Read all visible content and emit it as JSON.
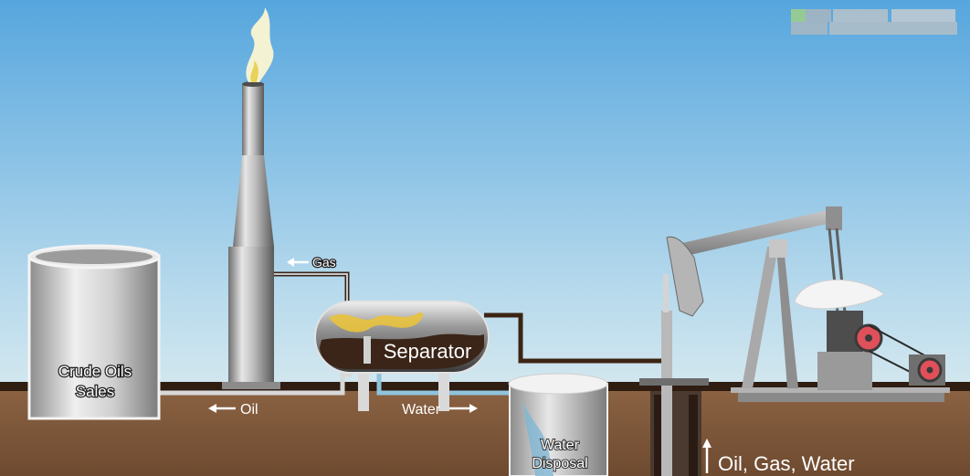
{
  "diagram": {
    "labels": {
      "crude_tank": [
        "Crude Oils",
        "Sales"
      ],
      "gas_arrow": "Gas",
      "separator": "Separator",
      "oil_arrow": "Oil",
      "water_arrow": "Water",
      "water_disposal": [
        "Water",
        "Disposal"
      ],
      "well_flow": "Oil, Gas, Water"
    },
    "colors": {
      "sky_top": "#5aaae0",
      "sky_bottom": "#c9e2ef",
      "ground": "#7a5538",
      "oil_line": "#3c2414",
      "water_line": "#8fc3dc",
      "flame": "#f2f0c8",
      "valve_red": "#e0505a"
    },
    "blurred_watermark": true
  }
}
